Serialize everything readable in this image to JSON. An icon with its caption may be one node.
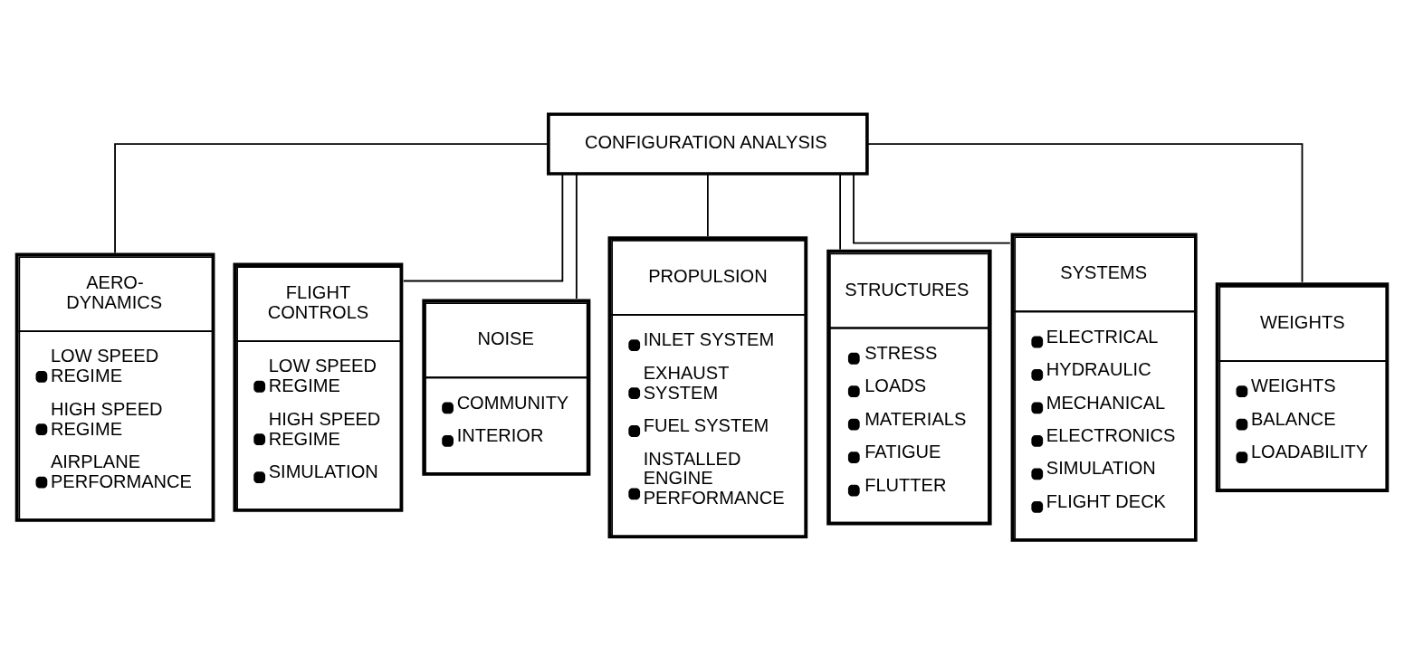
{
  "diagram": {
    "nodes": [
      {
        "text": [
          "CONFIGURATION ANALYSIS"
        ]
      },
      {
        "text": [
          "AERO- DYNAMICS",
          "LOW SPEED REGIME",
          "HIGH SPEED REGIME",
          "AIRPLANE PERFORMANCE"
        ]
      },
      {
        "text": [
          "FLIGHT CONTROLS",
          "LOW SPEED REGIME",
          "HIGH SPEED REGIME",
          "SIMULATION"
        ]
      },
      {
        "text": [
          "NOISE",
          "COMMUNITY",
          "INTERIOR"
        ]
      },
      {
        "text": [
          "PROPULSION",
          "INLET SYSTEM",
          "EXHAUST SYSTEM",
          "FUEL SYSTEM",
          "INSTALLED ENGINE PERFORMANCE"
        ]
      },
      {
        "text": [
          "STRUCTURES",
          "STRESS",
          "LOADS",
          "MATERIALS",
          "FATIGUE",
          "FLUTTER"
        ]
      },
      {
        "text": [
          "SYSTEMS",
          "ELECTRICAL",
          "HYDRAULIC",
          "MECHANICAL",
          "ELECTRONICS",
          "SIMULATION",
          "FLIGHT DECK"
        ]
      },
      {
        "text": [
          "WEIGHTS",
          "WEIGHTS",
          "BALANCE",
          "LOADABILITY"
        ]
      }
    ],
    "edges": [
      {
        "from": 0,
        "to": 1,
        "arrow": "none"
      },
      {
        "from": 0,
        "to": 2,
        "arrow": "none"
      },
      {
        "from": 0,
        "to": 3,
        "arrow": "none"
      },
      {
        "from": 0,
        "to": 4,
        "arrow": "none"
      },
      {
        "from": 0,
        "to": 5,
        "arrow": "none"
      },
      {
        "from": 0,
        "to": 6,
        "arrow": "none"
      },
      {
        "from": 0,
        "to": 7,
        "arrow": "none"
      }
    ]
  }
}
